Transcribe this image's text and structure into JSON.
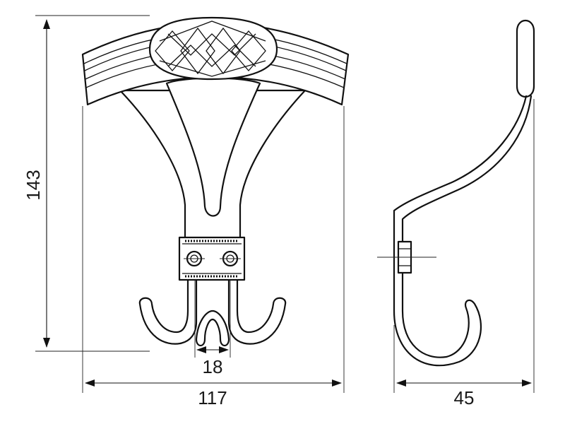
{
  "drawing": {
    "dimensions": {
      "height": "143",
      "width": "117",
      "depth": "45",
      "hook_gap": "18"
    }
  }
}
